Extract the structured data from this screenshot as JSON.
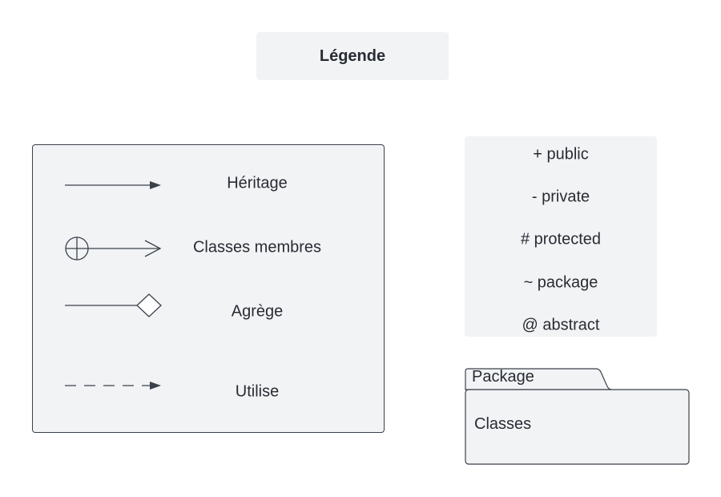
{
  "title": "Légende",
  "relations": [
    {
      "label": "Héritage",
      "icon": "inheritance-arrow-icon"
    },
    {
      "label": "Classes membres",
      "icon": "nested-class-arrow-icon"
    },
    {
      "label": "Agrège",
      "icon": "aggregation-diamond-icon"
    },
    {
      "label": "Utilise",
      "icon": "dependency-dashed-arrow-icon"
    }
  ],
  "visibility": [
    "+ public",
    "- private",
    "# protected",
    "~ package",
    "@ abstract"
  ],
  "package": {
    "tab_label": "Package",
    "body_label": "Classes"
  },
  "colors": {
    "fill": "#f2f3f5",
    "stroke": "#3a414a",
    "text": "#282c33"
  }
}
